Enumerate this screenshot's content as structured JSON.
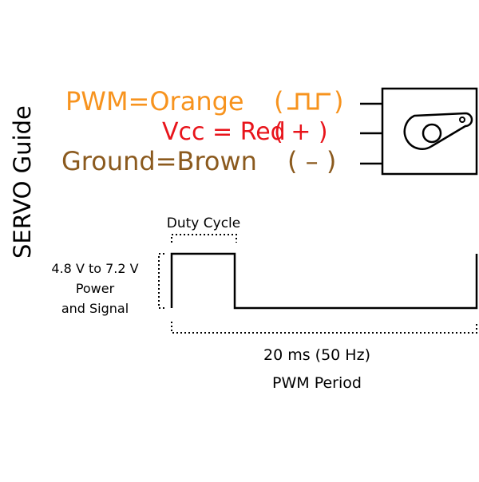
{
  "title": "SERVO Guide",
  "wires": [
    {
      "label": "PWM=Orange",
      "symbol": "(",
      "symbol_end": ")",
      "color": "#F7931E"
    },
    {
      "label": "Vcc = Red",
      "symbol": "( + )",
      "color": "#E8141B"
    },
    {
      "label": "Ground=Brown",
      "symbol": "( – )",
      "color": "#8B5A1E"
    }
  ],
  "signal": {
    "duty_label": "Duty Cycle",
    "voltage_lines": [
      "4.8 V to 7.2 V",
      "Power",
      "and Signal"
    ],
    "period_lines": [
      "20 ms (50 Hz)",
      "PWM Period"
    ]
  },
  "colors": {
    "ink": "#000000",
    "background": "#ffffff"
  },
  "icons": [
    "servo-body-icon",
    "servo-horn-icon",
    "square-wave-icon"
  ]
}
